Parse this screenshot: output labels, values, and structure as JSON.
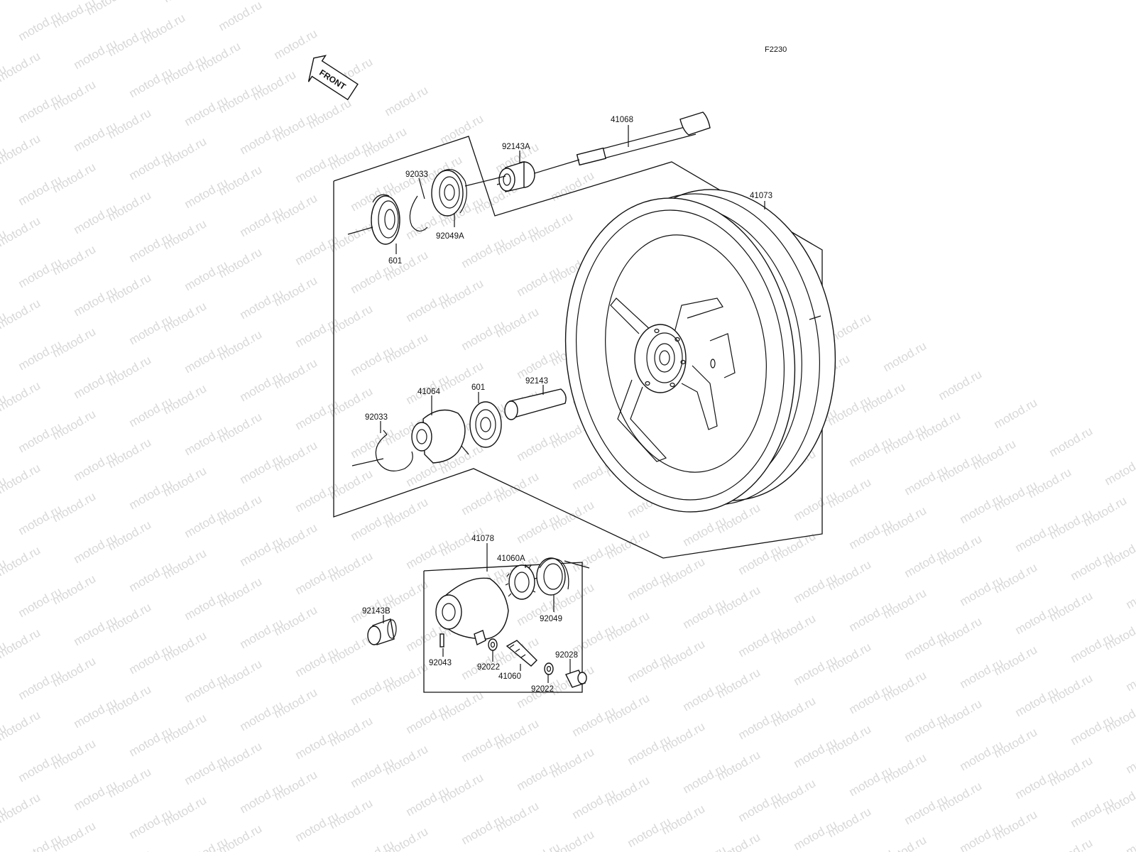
{
  "figure_code": "F2230",
  "front_arrow_label": "FRONT",
  "watermark_text": "motod.ru",
  "part_labels": {
    "p41068": "41068",
    "p92143A": "92143A",
    "p92033_top": "92033",
    "p92049A": "92049A",
    "p601_top": "601",
    "p41073": "41073",
    "p41064": "41064",
    "p601_mid": "601",
    "p92143": "92143",
    "p92033_mid": "92033",
    "p41078": "41078",
    "p41060A": "41060A",
    "p92049": "92049",
    "p92143B": "92143B",
    "p92043": "92043",
    "p92022_left": "92022",
    "p41060": "41060",
    "p92028": "92028",
    "p92022_right": "92022"
  },
  "colors": {
    "ink": "#111111",
    "watermark": "#d8d8d8",
    "background": "#ffffff"
  }
}
